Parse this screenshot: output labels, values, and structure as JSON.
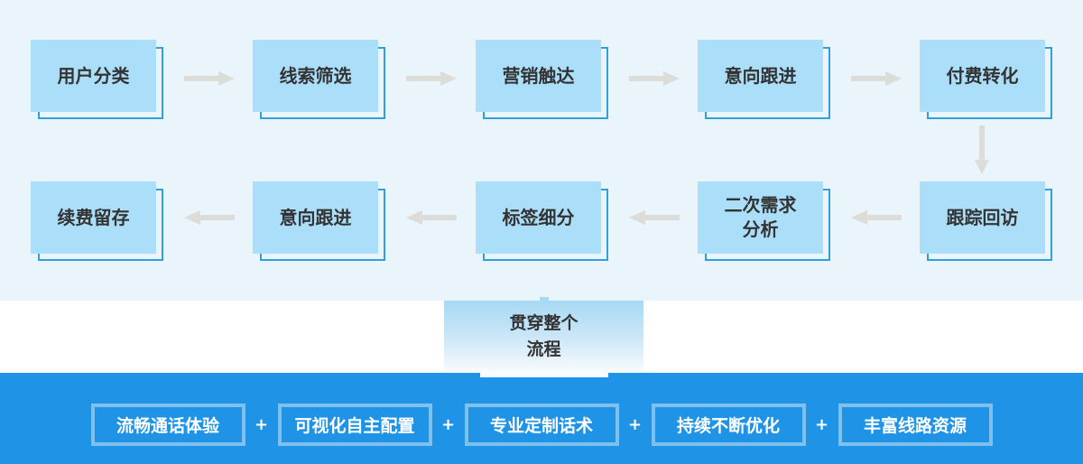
{
  "flow": {
    "row1": [
      {
        "label": "用户分类"
      },
      {
        "label": "线索筛选"
      },
      {
        "label": "营销触达"
      },
      {
        "label": "意向跟进"
      },
      {
        "label": "付费转化"
      }
    ],
    "row2": [
      {
        "label": "续费留存"
      },
      {
        "label": "意向跟进"
      },
      {
        "label": "标签细分"
      },
      {
        "label_line1": "二次需求",
        "label_line2": "分析"
      },
      {
        "label": "跟踪回访"
      }
    ]
  },
  "center_banner": {
    "line1": "贯穿整个",
    "line2": "流程"
  },
  "feature_bar": {
    "separator": "+",
    "items": [
      "流畅通话体验",
      "可视化自主配置",
      "专业定制话术",
      "持续不断优化",
      "丰富线路资源"
    ]
  },
  "colors": {
    "section_bg": "#E9F4FB",
    "flow_box_fill": "#ABDFF9",
    "flow_box_outline": "#2FA0DC",
    "arrow": "#DCDCD8",
    "banner_gradient_top": "#A6D9F3",
    "bar_bg": "#1F93E6",
    "bar_box_border": "#7FC1EC",
    "text_dark": "#333333",
    "text_light": "#FFFFFF"
  }
}
